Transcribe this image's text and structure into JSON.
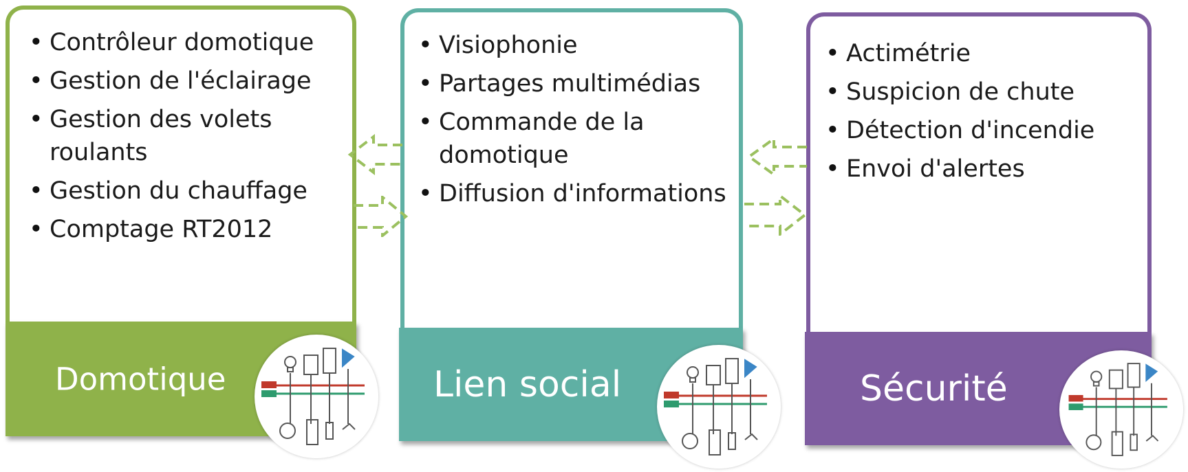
{
  "colors": {
    "domotique": "#8fb24a",
    "lien_social": "#5fb0a4",
    "securite": "#7e5ca0",
    "arrow": "#9bc05f"
  },
  "columns": [
    {
      "title": "Domotique",
      "items": [
        "Contrôleur domotique",
        "Gestion de l'éclairage",
        "Gestion des volets roulants",
        "Gestion du chauffage",
        "Comptage RT2012"
      ]
    },
    {
      "title": "Lien social",
      "items": [
        "Visiophonie",
        "Partages multimédias",
        "Commande de la domotique",
        "Diffusion d'informations"
      ]
    },
    {
      "title": "Sécurité",
      "items": [
        "Actimétrie",
        "Suspicion de chute",
        "Détection d'incendie",
        "Envoi d'alertes"
      ]
    }
  ],
  "icons": [
    "home-automation-network-icon",
    "dashed-arrow-left-icon",
    "dashed-arrow-right-icon"
  ]
}
